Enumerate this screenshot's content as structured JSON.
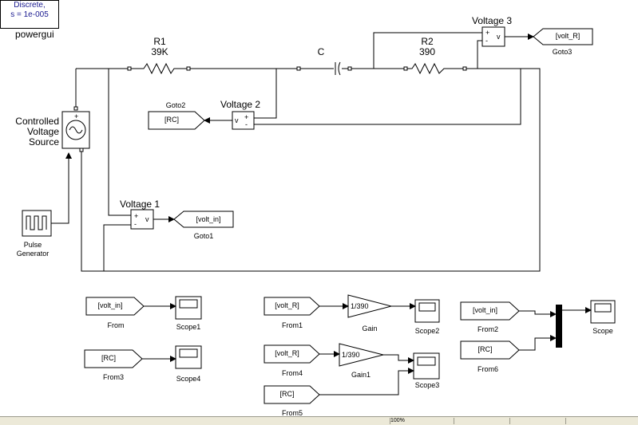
{
  "powergui": {
    "mode": "Discrete,",
    "ts": "s = 1e-005",
    "name": "powergui"
  },
  "source": {
    "line1": "Controlled",
    "line2": "Voltage",
    "line3": "Source"
  },
  "r1": {
    "name": "R1",
    "value": "39K"
  },
  "cap": {
    "name": "C"
  },
  "r2": {
    "name": "R2",
    "value": "390"
  },
  "vm1": {
    "name": "Voltage 1",
    "out": "v"
  },
  "vm2": {
    "name": "Voltage 2",
    "out": "v"
  },
  "vm3": {
    "name": "Voltage 3",
    "out": "v"
  },
  "pulse": {
    "line1": "Pulse",
    "line2": "Generator"
  },
  "goto1": {
    "tag": "[volt_in]",
    "name": "Goto1"
  },
  "goto2": {
    "tag": "[RC]",
    "name": "Goto2"
  },
  "goto3": {
    "tag": "[volt_R]",
    "name": "Goto3"
  },
  "from": {
    "tag": "[volt_in]",
    "name": "From"
  },
  "from3": {
    "tag": "[RC]",
    "name": "From3"
  },
  "from1": {
    "tag": "[volt_R]",
    "name": "From1"
  },
  "from4": {
    "tag": "[volt_R]",
    "name": "From4"
  },
  "from5": {
    "tag": "[RC]",
    "name": "From5"
  },
  "from2": {
    "tag": "[volt_in]",
    "name": "From2"
  },
  "from6": {
    "tag": "[RC]",
    "name": "From6"
  },
  "gain": {
    "value": "1/390",
    "name": "Gain"
  },
  "gain1": {
    "value": "1/390",
    "name": "Gain1"
  },
  "scope1": {
    "name": "Scope1"
  },
  "scope4": {
    "name": "Scope4"
  },
  "scope2": {
    "name": "Scope2"
  },
  "scope3": {
    "name": "Scope3"
  },
  "scope": {
    "name": "Scope"
  },
  "polarity": {
    "plus": "+",
    "minus": "-"
  },
  "status": {
    "zoom": "100%"
  }
}
